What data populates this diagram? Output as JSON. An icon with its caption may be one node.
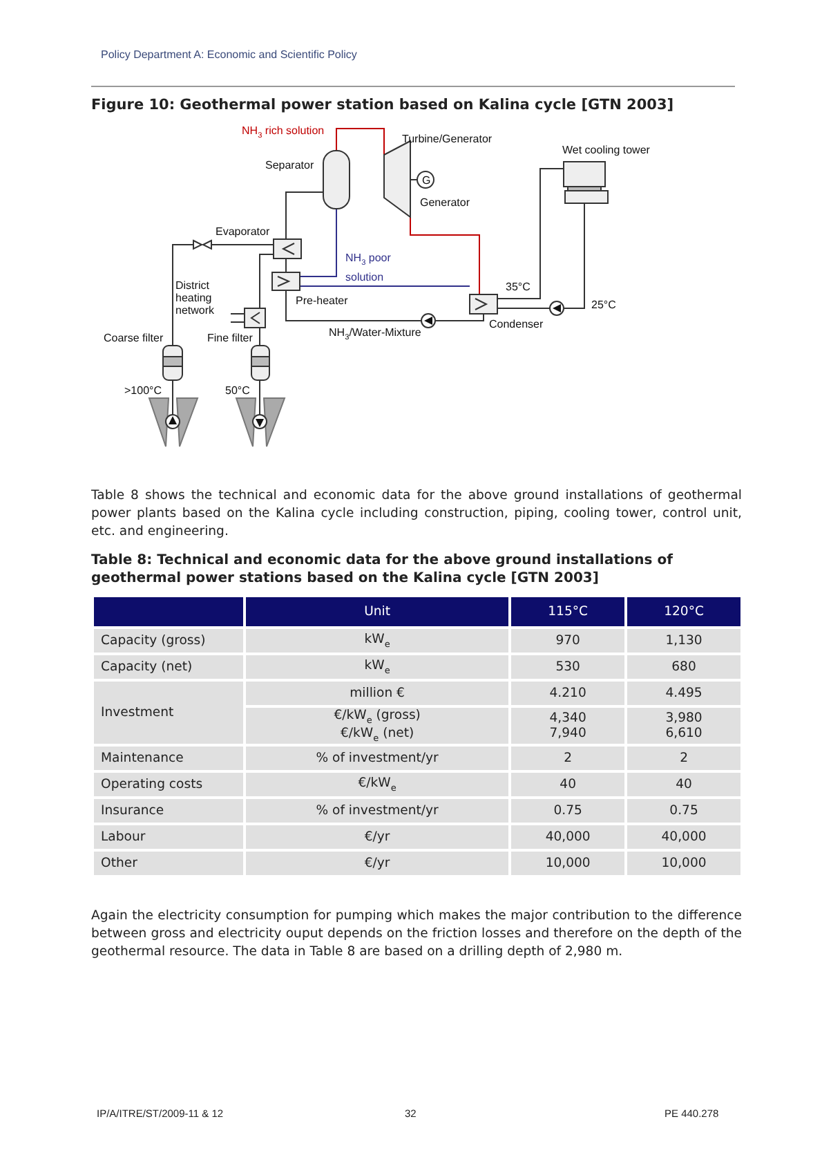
{
  "diagram": {
    "title": "Figure 10: Geothermal power station based on Kalina cycle [GTN 2003]",
    "labels": [
      "Policy Department A: Economic and Scientific Policy",
      "NH$_{3}$ rich solution",
      "Turbine/Generator",
      "Wet cooling tower",
      "Separator",
      "G",
      "Generator",
      "Evaporator",
      "NH$_{3}$ poor solution",
      "District heating network",
      "Pre-heater",
      "35°C",
      "25°C",
      "NH$_{3}$/Water-Mixture",
      "Condenser",
      "Coarse filter",
      "Fine filter",
      ">100°C",
      "50°C",
      "Table 8 shows the technical and economic data for the above ground installations of geothermal power plants based on the Kalina cycle including construction, piping, cooling tower, control unit, etc. and engineering.",
      "Table 8: Technical and economic data for the above ground installations of geothermal power stations based on the Kalina cycle [GTN 2003]",
      "Unit",
      "115°C",
      "120°C",
      "Capacity (gross)",
      "kW$_{e}$",
      "970",
      "1,130",
      "Capacity (net)",
      "kW$_{e}$",
      "530",
      "680",
      "Investment",
      "million €",
      "4.210",
      "4.495",
      "€/kW$_{e}$ (gross)",
      "4,340",
      "3,980",
      "€/kW$_{e}$ (net)",
      "7,940",
      "6,610",
      "Maintenance",
      "% of investment/yr",
      "2",
      "2",
      "Operating costs",
      "€/kW$_{e}$",
      "40",
      "40",
      "Insurance",
      "% of investment/yr",
      "0.75",
      "0.75",
      "Labour",
      "€/yr",
      "40,000",
      "40,000",
      "Other",
      "€/yr",
      "10,000",
      "10,000",
      "Again the electricity consumption for pumping which makes the major contribution to the difference between gross and electricity ouput depends on the friction losses and therefore on the depth of the geothermal resource. The data in Table 8 are based on a drilling depth of 2,980 m.",
      "IP/A/ITRE/ST/2009-11 & 12",
      "32",
      "PE 440.278"
    ]
  }
}
